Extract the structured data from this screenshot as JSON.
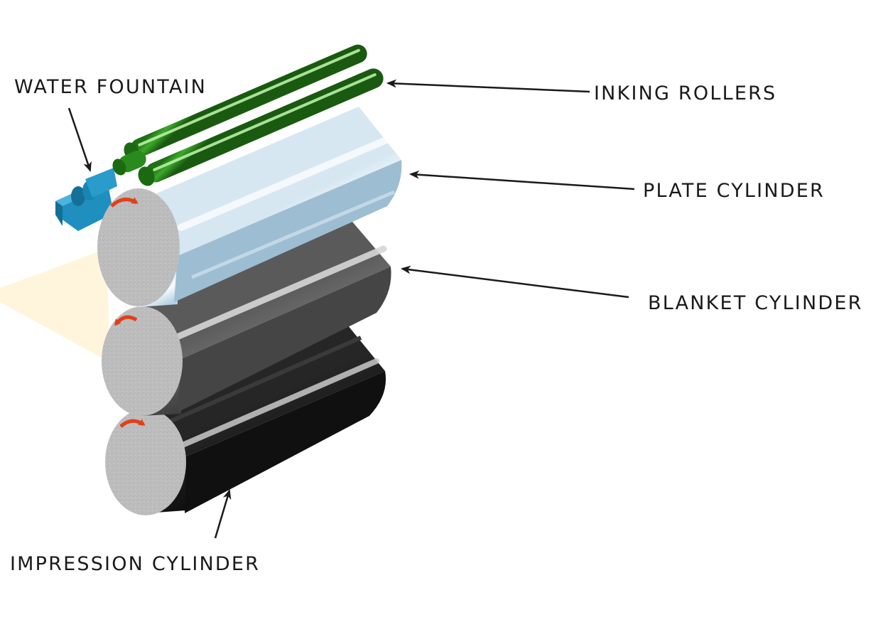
{
  "labels": {
    "water_fountain": "WATER FOUNTAIN",
    "inking_rollers": "INKING ROLLERS",
    "plate_cylinder": "PLATE CYLINDER",
    "blanket_cylinder": "BLANKET CYLINDER",
    "impression_cylinder": "IMPRESSION CYLINDER"
  },
  "colors": {
    "inking_rollers": "#2f8f1f",
    "water_fountain": "#1e8fbf",
    "plate_cylinder": "#b8d4e6",
    "blanket_cylinder": "#555555",
    "impression_cylinder": "#151515",
    "cylinder_end": "#bdbdbd",
    "rotation_arrows": "#e0401a",
    "paper_sheet": "#fff5dc"
  },
  "icons": [
    "rotation-arrow-icon",
    "pointer-arrow-icon"
  ]
}
